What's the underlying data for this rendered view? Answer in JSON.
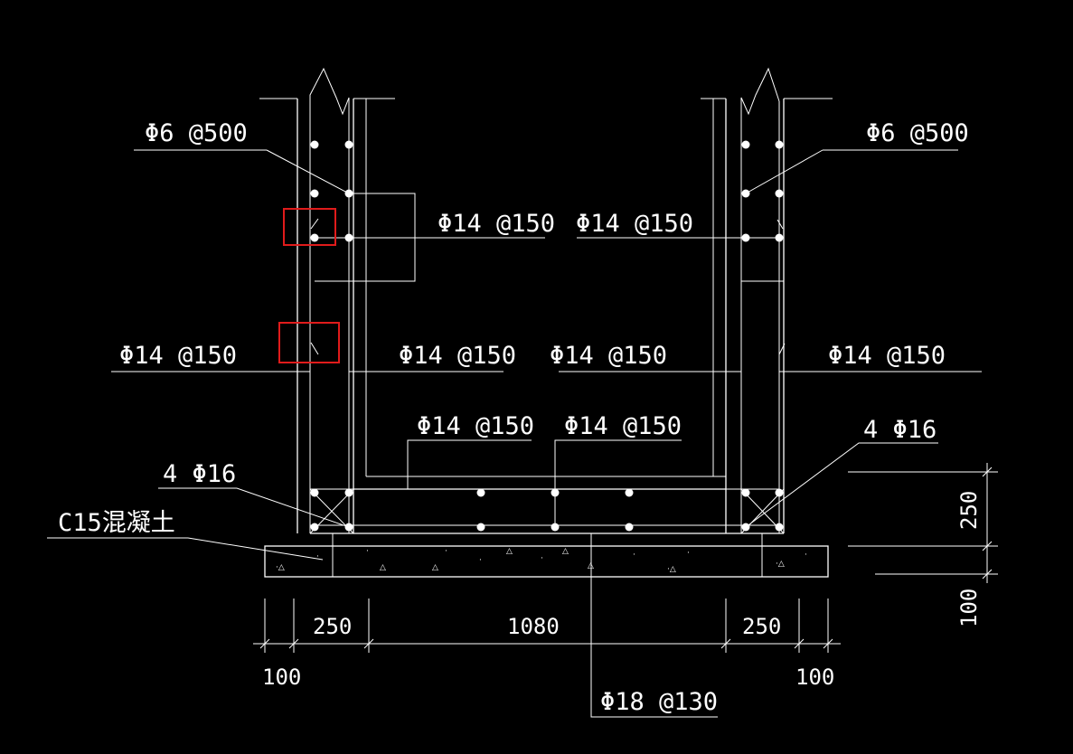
{
  "drawing": {
    "callouts": {
      "top_left_dist": "Φ6 @500",
      "top_right_dist": "Φ6 @500",
      "upper_left_inner": "Φ14 @150",
      "upper_right_inner": "Φ14 @150",
      "mid_left_outer": "Φ14 @150",
      "mid_left_inner": "Φ14 @150",
      "mid_right_inner": "Φ14 @150",
      "mid_right_outer": "Φ14 @150",
      "slab_top_left": "Φ14 @150",
      "slab_top_right": "Φ14 @150",
      "corner_left": "4 Φ16",
      "corner_right": "4 Φ16",
      "concrete": "C15混凝土",
      "bottom_bar": "Φ18 @130"
    },
    "dimensions": {
      "left_cover": "100",
      "left_wall": "250",
      "clear_span": "1080",
      "right_wall": "250",
      "right_cover": "100",
      "slab_thickness": "250",
      "blinding_thickness": "100"
    },
    "highlight_color": "#e01b1b",
    "line_color": "#ffffff",
    "background_color": "#000000"
  }
}
